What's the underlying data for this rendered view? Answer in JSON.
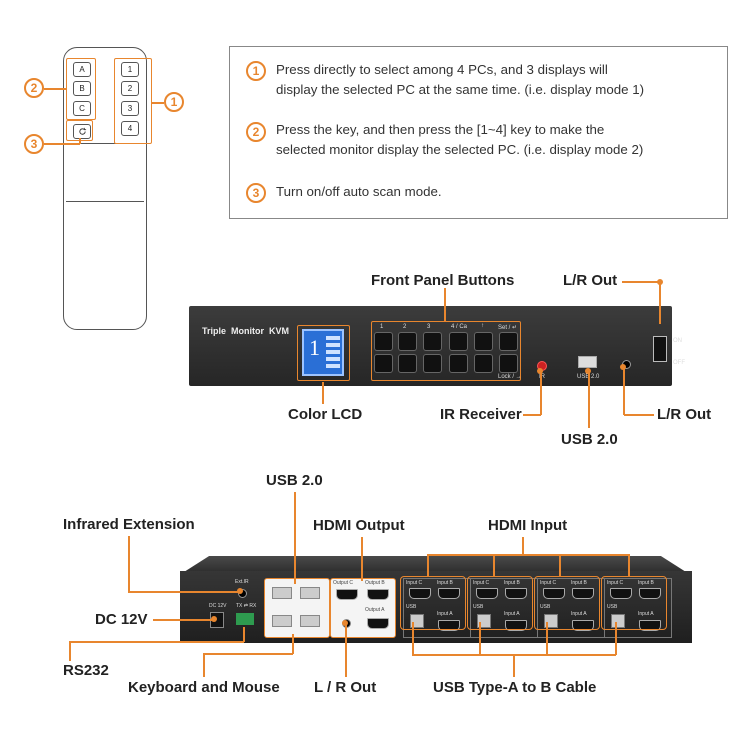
{
  "remote": {
    "left_keys": [
      "A",
      "B",
      "C"
    ],
    "right_keys": [
      "1",
      "2",
      "3",
      "4"
    ],
    "scan_key_icon": "refresh-icon",
    "markers": {
      "left": "2",
      "right": "1",
      "scan": "3"
    }
  },
  "instructions": [
    {
      "num": "1",
      "text": "Press directly to select among 4 PCs, and 3 displays will\ndisplay the selected PC at the same time. (i.e. display mode 1)"
    },
    {
      "num": "2",
      "text": "Press the key, and then press the [1~4] key to make the\nselected monitor display the selected PC. (i.e. display mode 2)"
    },
    {
      "num": "3",
      "text": "Turn on/off auto scan mode."
    }
  ],
  "front_panel": {
    "device_title": "Triple  Monitor  KVM",
    "lcd_number": "1",
    "top_button_labels": [
      "1",
      "2",
      "3",
      "4 / Ca",
      "↑",
      "Set / ↵"
    ],
    "bottom_button_labels": [
      "",
      "",
      "",
      "",
      "",
      "Lock / →"
    ],
    "usb_port_label": "USB 2.0",
    "ir_label": "IR",
    "switch_on": "ON",
    "switch_off": "OFF"
  },
  "labels": {
    "front_panel_buttons": "Front Panel Buttons",
    "lr_out_top": "L/R Out",
    "color_lcd": "Color LCD",
    "ir_receiver": "IR Receiver",
    "lr_out_front": "L/R Out",
    "usb_front": "USB 2.0",
    "usb_rear": "USB 2.0",
    "hdmi_output": "HDMI Output",
    "hdmi_input": "HDMI Input",
    "infrared_extension": "Infrared Extension",
    "dc_12v": "DC 12V",
    "rs232": "RS232",
    "keyboard_mouse": "Keyboard and Mouse",
    "lr_out_rear": "L / R Out",
    "usb_cable": "USB Type-A to B Cable"
  },
  "rear_panel": {
    "ext_ir": "Ext.IR",
    "dc": "DC 12V",
    "rs232": "TX ⇄ RX",
    "input_groups": [
      {
        "top_left": "Input C",
        "top_right": "Input B",
        "bottom_right": "Input A",
        "usb": "USB"
      },
      {
        "top_left": "Input C",
        "top_right": "Input B",
        "bottom_right": "Input A",
        "usb": "USB"
      },
      {
        "top_left": "Input C",
        "top_right": "Input B",
        "bottom_right": "Input A",
        "usb": "USB"
      },
      {
        "top_left": "Input C",
        "top_right": "Input B",
        "bottom_right": "Input A",
        "usb": "USB"
      }
    ],
    "output_labels": [
      "Output C",
      "Output B",
      "Output A"
    ]
  },
  "colors": {
    "accent": "#e8862e",
    "device": "#2b2b2b",
    "lcd": "#2a6fd6"
  }
}
